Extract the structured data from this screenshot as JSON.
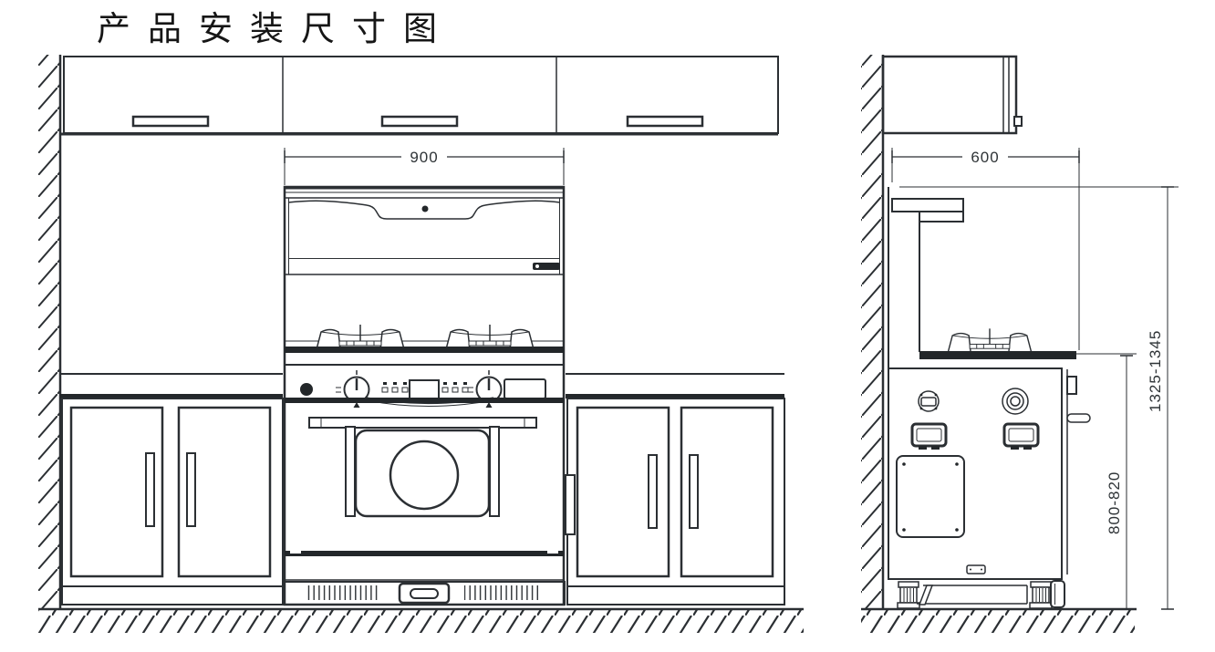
{
  "title": "产品安装尺寸图",
  "colors": {
    "line": "#2b2f33",
    "dark": "#23272a",
    "background": "#ffffff",
    "dim_text": "#2f3437"
  },
  "front_view": {
    "width_dimension": "900"
  },
  "side_view": {
    "depth_dimension": "600",
    "overall_height_dimension": "1325-1345",
    "counter_height_dimension": "800-820"
  }
}
